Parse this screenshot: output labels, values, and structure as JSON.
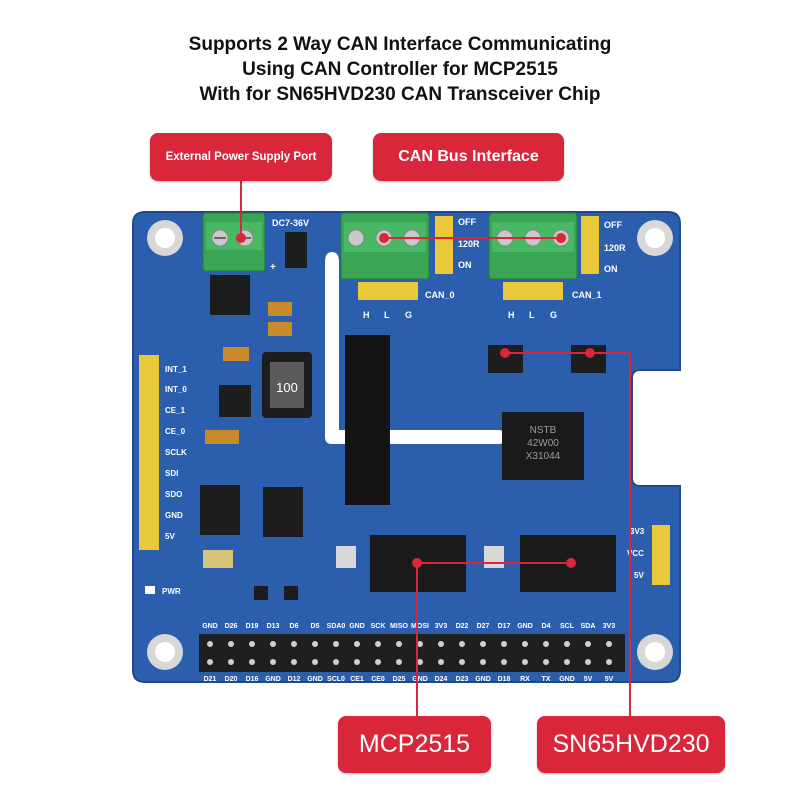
{
  "headline": {
    "line1": "Supports 2 Way CAN Interface Communicating",
    "line2": "Using CAN Controller for MCP2515",
    "line3": "With for SN65HVD230 CAN Transceiver Chip"
  },
  "callouts": {
    "power": "External Power Supply Port",
    "can": "CAN Bus Interface",
    "mcp": "MCP2515",
    "sn": "SN65HVD230"
  },
  "silkscreen": {
    "dc": "DC7-36V",
    "plus": "+",
    "can0": "CAN_0",
    "can1": "CAN_1",
    "off": "OFF",
    "r120": "120R",
    "on": "ON",
    "h": "H",
    "l": "L",
    "g": "G",
    "pwr": "PWR",
    "v3v3": "3V3",
    "vcc": "VCC",
    "v5": "5V",
    "inductor": "100",
    "chip_line1": "NSTB",
    "chip_line2": "42W00",
    "chip_line3": "X31044",
    "left_pins": [
      "INT_1",
      "INT_0",
      "CE_1",
      "CE_0",
      "SCLK",
      "SDI",
      "SDO",
      "GND",
      "5V"
    ],
    "top_pins": [
      "GND",
      "D26",
      "D19",
      "D13",
      "D6",
      "D5",
      "SDA0",
      "GND",
      "SCK",
      "MISO",
      "MOSI",
      "3V3",
      "D22",
      "D27",
      "D17",
      "GND",
      "D4",
      "SCL",
      "SDA",
      "3V3"
    ],
    "bottom_pins": [
      "D21",
      "D20",
      "D16",
      "GND",
      "D12",
      "GND",
      "SCL0",
      "CE1",
      "CE0",
      "D25",
      "GND",
      "D24",
      "D23",
      "GND",
      "D18",
      "RX",
      "TX",
      "GND",
      "5V",
      "5V"
    ]
  },
  "colors": {
    "pcb": "#2b5fae",
    "callout": "#d9263a",
    "terminal": "#3aa655",
    "header": "#e9c93a",
    "chip": "#1d1d1d"
  }
}
